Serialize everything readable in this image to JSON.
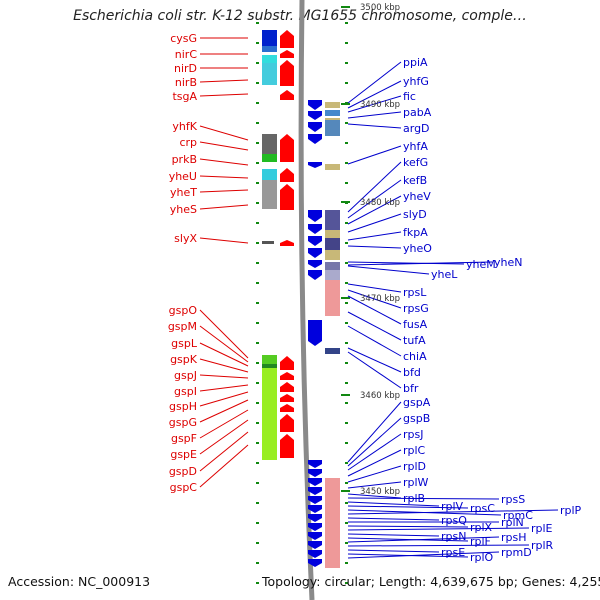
{
  "title": "Escherichia coli str. K-12 substr. MG1655 chromosome, comple…",
  "footer": {
    "accession": "Accession: NC_000913",
    "summary": "Topology: circular; Length: 4,639,675 bp; Genes: 4,255"
  },
  "colors": {
    "left_label": "#dd0000",
    "right_label": "#0000cc",
    "forward_gene": "#ff0000",
    "reverse_gene": "#0000dd",
    "backbone": "#8a8a8a",
    "tick": "#118811"
  },
  "scale": {
    "ticks": [
      {
        "label": "3500 kbp"
      },
      {
        "label": "3490 kbp"
      },
      {
        "label": "3480 kbp"
      },
      {
        "label": "3470 kbp"
      },
      {
        "label": "3460 kbp"
      },
      {
        "label": "3450 kbp"
      }
    ]
  },
  "left_genes": [
    "cysG",
    "nirC",
    "nirD",
    "nirB",
    "tsgA",
    "yhfK",
    "crp",
    "prkB",
    "yheU",
    "yheT",
    "yheS",
    "slyX",
    "gspO",
    "gspM",
    "gspL",
    "gspK",
    "gspJ",
    "gspI",
    "gspH",
    "gspG",
    "gspF",
    "gspE",
    "gspD",
    "gspC"
  ],
  "right_genes": [
    "ppiA",
    "yhfG",
    "fic",
    "pabA",
    "argD",
    "yhfA",
    "kefG",
    "kefB",
    "yheV",
    "slyD",
    "fkpA",
    "yheO",
    "yheM",
    "yheN",
    "yheL",
    "rpsL",
    "rpsG",
    "fusA",
    "tufA",
    "chiA",
    "bfd",
    "bfr",
    "gspA",
    "gspB",
    "rpsJ",
    "rplC",
    "rplD",
    "rplW",
    "rplB",
    "rpsS",
    "rplV",
    "rpsC",
    "rpmC",
    "rplP",
    "rpsQ",
    "rplN",
    "rplX",
    "rplE",
    "rpsN",
    "rplF",
    "rpsH",
    "rplR",
    "rpsE",
    "rplO",
    "rpmD"
  ]
}
